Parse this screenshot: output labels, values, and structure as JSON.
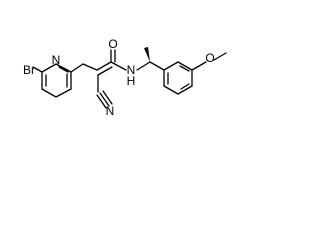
{
  "labels": {
    "br": "Br",
    "n_pyridine": "N",
    "o_carbonyl": "O",
    "nh": "N",
    "h": "H",
    "o_methoxy": "O",
    "n_nitrile": "N"
  },
  "colors": {
    "bond": "#000000",
    "text": "#000000",
    "background": "#ffffff"
  }
}
